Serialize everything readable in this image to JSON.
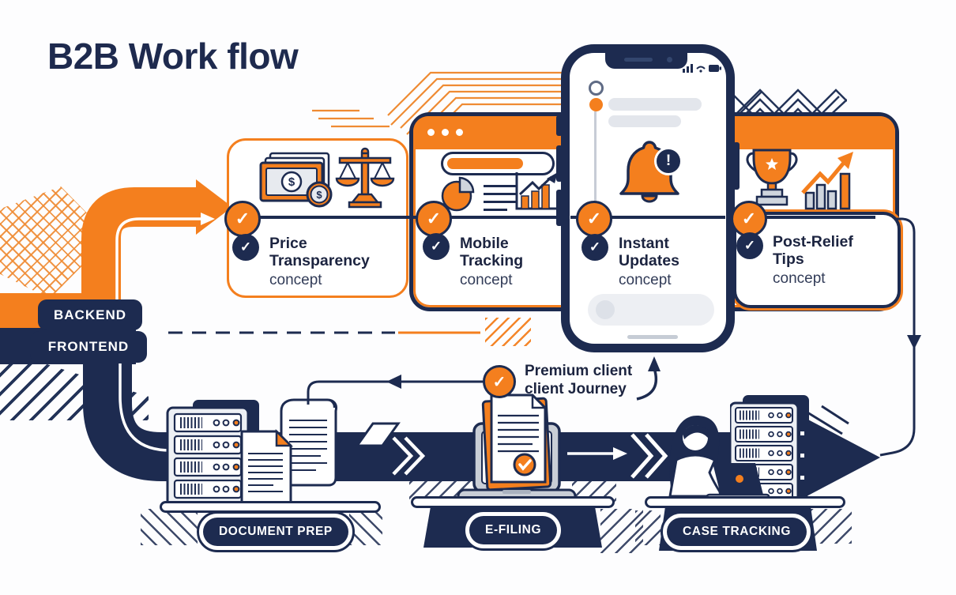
{
  "title": "B2B Work flow",
  "colors": {
    "navy": "#1d2b50",
    "orange": "#f47f1e",
    "light_gray": "#e3e6ec"
  },
  "flow": {
    "backend": "BACKEND",
    "frontend": "FRONTEND"
  },
  "concepts": [
    {
      "name": "Price Transparency",
      "subtitle": "concept"
    },
    {
      "name": "Mobile Tracking",
      "subtitle": "concept"
    },
    {
      "name": "Instant Updates",
      "subtitle": "concept"
    },
    {
      "name": "Post-Relief Tips",
      "subtitle": "concept"
    }
  ],
  "journey": {
    "line1": "Premium client",
    "line2": "client Journey"
  },
  "stations": [
    {
      "label": "DOCUMENT PREP"
    },
    {
      "label": "E-FILING"
    },
    {
      "label": "CASE TRACKING"
    }
  ],
  "icons": {
    "check": "✓",
    "exclamation": "!"
  }
}
